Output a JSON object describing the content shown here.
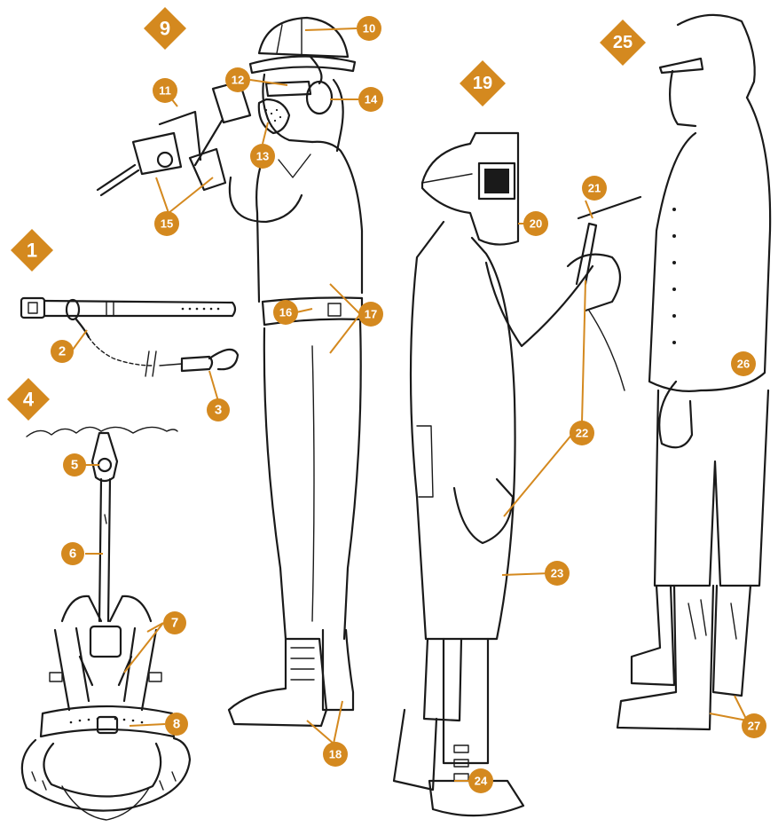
{
  "colors": {
    "accent": "#d4891f",
    "ink": "#1a1a1a",
    "background": "#ffffff"
  },
  "section_markers": [
    "1",
    "4",
    "9",
    "19",
    "25"
  ],
  "callouts": [
    "2",
    "3",
    "5",
    "6",
    "7",
    "8",
    "10",
    "11",
    "12",
    "13",
    "14",
    "15",
    "16",
    "17",
    "18",
    "20",
    "21",
    "22",
    "23",
    "24",
    "26",
    "27"
  ]
}
